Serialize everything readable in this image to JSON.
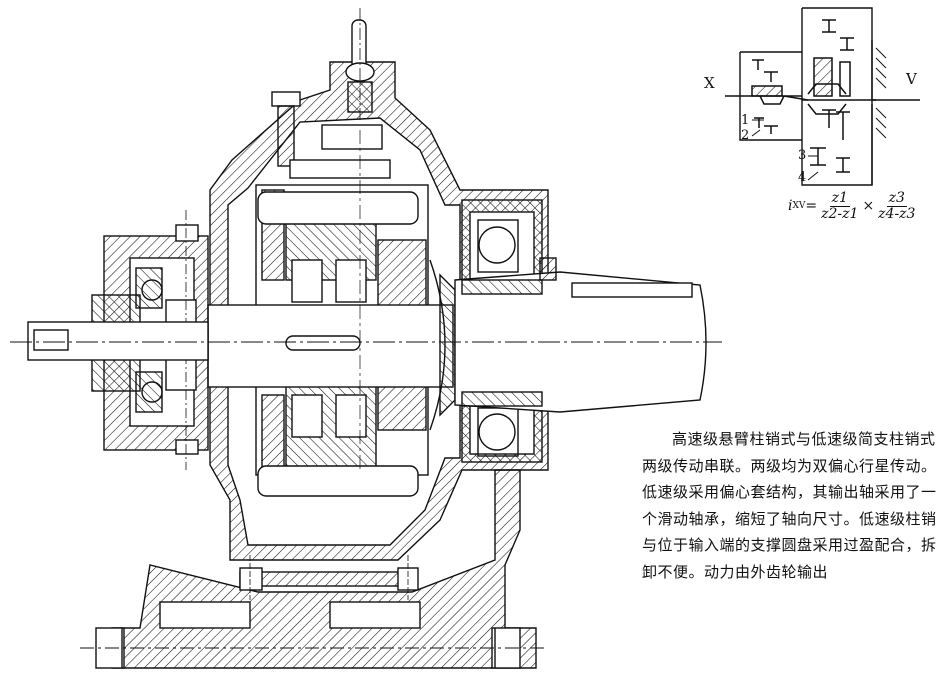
{
  "schematic": {
    "input_shaft_label": "X",
    "output_shaft_label": "V",
    "gear_labels": [
      "1",
      "2",
      "3",
      "4"
    ]
  },
  "formula": {
    "lhs_symbol": "i",
    "lhs_subscript": "XV",
    "equals": "=",
    "times": "×",
    "frac1_num": "z1",
    "frac1_den": "z2-z1",
    "frac2_num": "z3",
    "frac2_den": "z4-z3"
  },
  "description": "高速级悬臂柱销式与低速级简支柱销式两级传动串联。两级均为双偏心行星传动。低速级采用偏心套结构，其输出轴采用了一个滑动轴承，缩短了轴向尺寸。低速级柱销与位于输入端的支撑圆盘采用过盈配合，拆卸不便。动力由外齿轮输出"
}
